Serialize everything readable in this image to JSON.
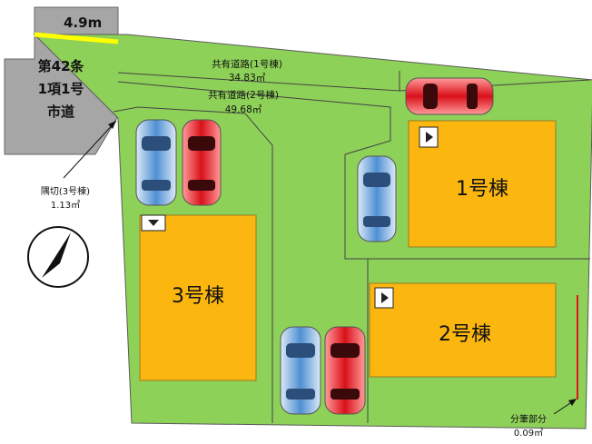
{
  "frontage": {
    "width_label": "4.9m"
  },
  "public_road": {
    "line1": "第42条",
    "line2": "1項1号",
    "line3": "市道"
  },
  "corner_cut": {
    "label": "隅切(3号棟)",
    "area": "1.13㎡"
  },
  "shared_road_1": {
    "label": "共有道路(1号棟)",
    "area": "34.83㎡"
  },
  "shared_road_2": {
    "label": "共有道路(2号棟)",
    "area": "49.68㎡"
  },
  "buildings": [
    {
      "id": "1",
      "label": "1号棟"
    },
    {
      "id": "2",
      "label": "2号棟"
    },
    {
      "id": "3",
      "label": "3号棟"
    }
  ],
  "divided_part": {
    "label": "分筆部分",
    "area": "0.09㎡"
  },
  "colors": {
    "lot_green": "#8ed158",
    "building_orange": "#fbb710",
    "road_gray": "#a6a6a6",
    "frontage_yellow": "#ffff00",
    "car_blue": "#6aa6df",
    "car_red": "#e0121b"
  }
}
